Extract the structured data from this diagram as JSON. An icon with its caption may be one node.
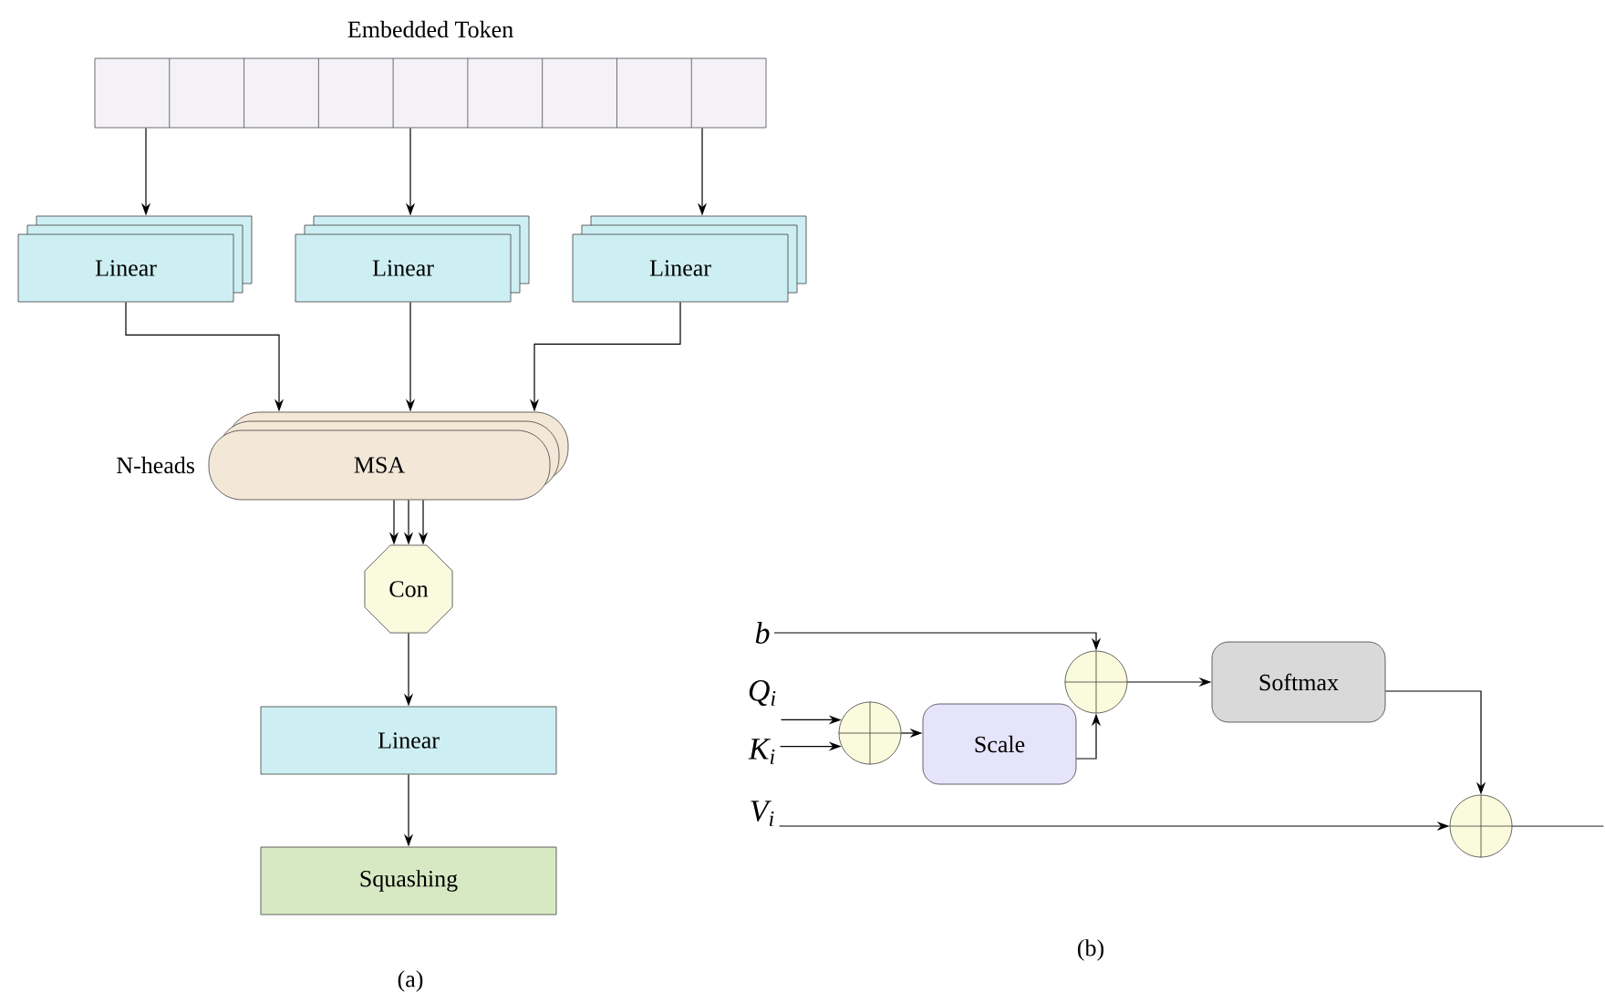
{
  "diagram": {
    "nodes": [
      {
        "text": [
          "Embedded Token"
        ]
      },
      {
        "text": [
          "Linear"
        ]
      },
      {
        "text": [
          "Linear"
        ]
      },
      {
        "text": [
          "Linear"
        ]
      },
      {
        "text": [
          "MSA"
        ],
        "beside": [
          "N-heads"
        ]
      },
      {
        "text": [
          "Con"
        ]
      },
      {
        "text": [
          "Linear"
        ]
      },
      {
        "text": [
          "Squashing"
        ]
      },
      {
        "text": [
          "b"
        ]
      },
      {
        "text": [
          "Q$_{i}$"
        ]
      },
      {
        "text": [
          "K$_{i}$"
        ]
      },
      {
        "text": [
          "V$_{i}$"
        ]
      },
      {
        "text": [],
        "shape": "circle"
      },
      {
        "text": [
          "Scale"
        ]
      },
      {
        "text": [],
        "shape": "circle"
      },
      {
        "text": [
          "Softmax"
        ]
      },
      {
        "text": [],
        "shape": "circle"
      }
    ],
    "edges": [
      {
        "from": 0,
        "to": 1,
        "arrow": "to"
      },
      {
        "from": 0,
        "to": 2,
        "arrow": "to"
      },
      {
        "from": 0,
        "to": 3,
        "arrow": "to"
      },
      {
        "from": 1,
        "to": 4,
        "arrow": "to"
      },
      {
        "from": 2,
        "to": 4,
        "arrow": "to"
      },
      {
        "from": 3,
        "to": 4,
        "arrow": "to"
      },
      {
        "from": 4,
        "to": 5,
        "arrow": "to"
      },
      {
        "from": 4,
        "to": 5,
        "arrow": "to"
      },
      {
        "from": 4,
        "to": 5,
        "arrow": "to"
      },
      {
        "from": 5,
        "to": 6,
        "arrow": "to"
      },
      {
        "from": 6,
        "to": 7,
        "arrow": "to"
      },
      {
        "from": 8,
        "to": 14,
        "arrow": "to"
      },
      {
        "from": 9,
        "to": 12,
        "arrow": "to"
      },
      {
        "from": 10,
        "to": 12,
        "arrow": "to"
      },
      {
        "from": 12,
        "to": 13,
        "arrow": "to"
      },
      {
        "from": 13,
        "to": 14,
        "arrow": "to"
      },
      {
        "from": 14,
        "to": 15,
        "arrow": "to"
      },
      {
        "from": 15,
        "to": 16,
        "arrow": "to"
      },
      {
        "from": 11,
        "to": 16,
        "arrow": "to"
      },
      {
        "from": 16,
        "to": null,
        "arrow": "none"
      }
    ],
    "labels": [
      "(a)",
      "(b)"
    ]
  }
}
